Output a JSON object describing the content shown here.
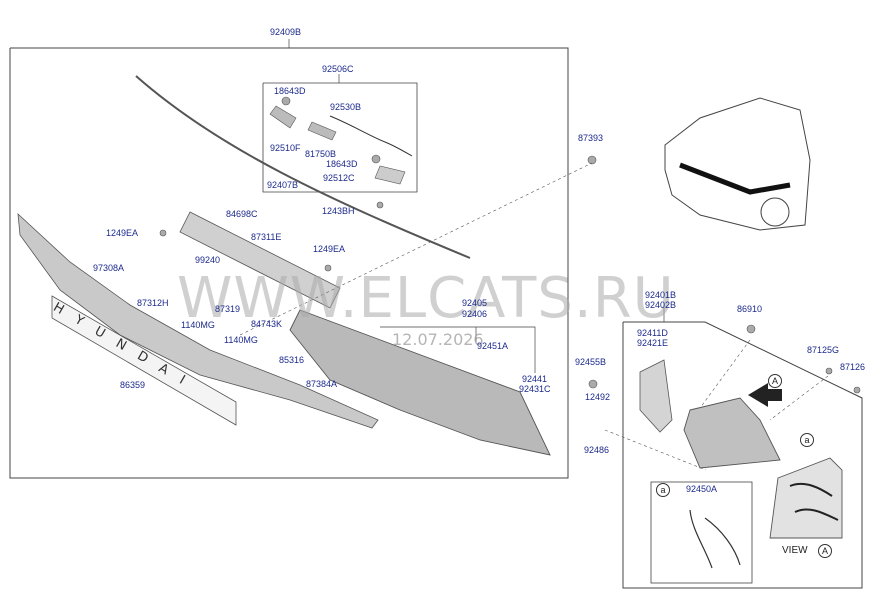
{
  "diagram": {
    "labels": {
      "l92409B": "92409B",
      "l92506C": "92506C",
      "l18643D_a": "18643D",
      "l92530B": "92530B",
      "l92510F": "92510F",
      "l81750B": "81750B",
      "l18643D_b": "18643D",
      "l92512C": "92512C",
      "l92407B": "92407B",
      "l1243BH": "1243BH",
      "l87393": "87393",
      "l84698C": "84698C",
      "l1249EA_a": "1249EA",
      "l87311E": "87311E",
      "l1249EA_b": "1249EA",
      "l97308A": "97308A",
      "l99240": "99240",
      "l87312H": "87312H",
      "l87319": "87319",
      "l1140MG_a": "1140MG",
      "l84743K": "84743K",
      "l1140MG_b": "1140MG",
      "l85316": "85316",
      "l86359": "86359",
      "l87384A": "87384A",
      "l92405": "92405",
      "l92406": "92406",
      "l92451A": "92451A",
      "l92441": "92441",
      "l92431C": "92431C",
      "l92401B": "92401B",
      "l92402B": "92402B",
      "l92411D": "92411D",
      "l92421E": "92421E",
      "l86910": "86910",
      "l87125G": "87125G",
      "l87126": "87126",
      "l92455B": "92455B",
      "l12492": "12492",
      "l92486": "92486",
      "l92450A": "92450A"
    },
    "view_label": "VIEW",
    "callout_a": "A",
    "callout_small_a": "a",
    "emblem_text": "HYUNDAI",
    "watermark": "WWW.ELCATS.RU",
    "watermark_date": "12.07.2026"
  }
}
